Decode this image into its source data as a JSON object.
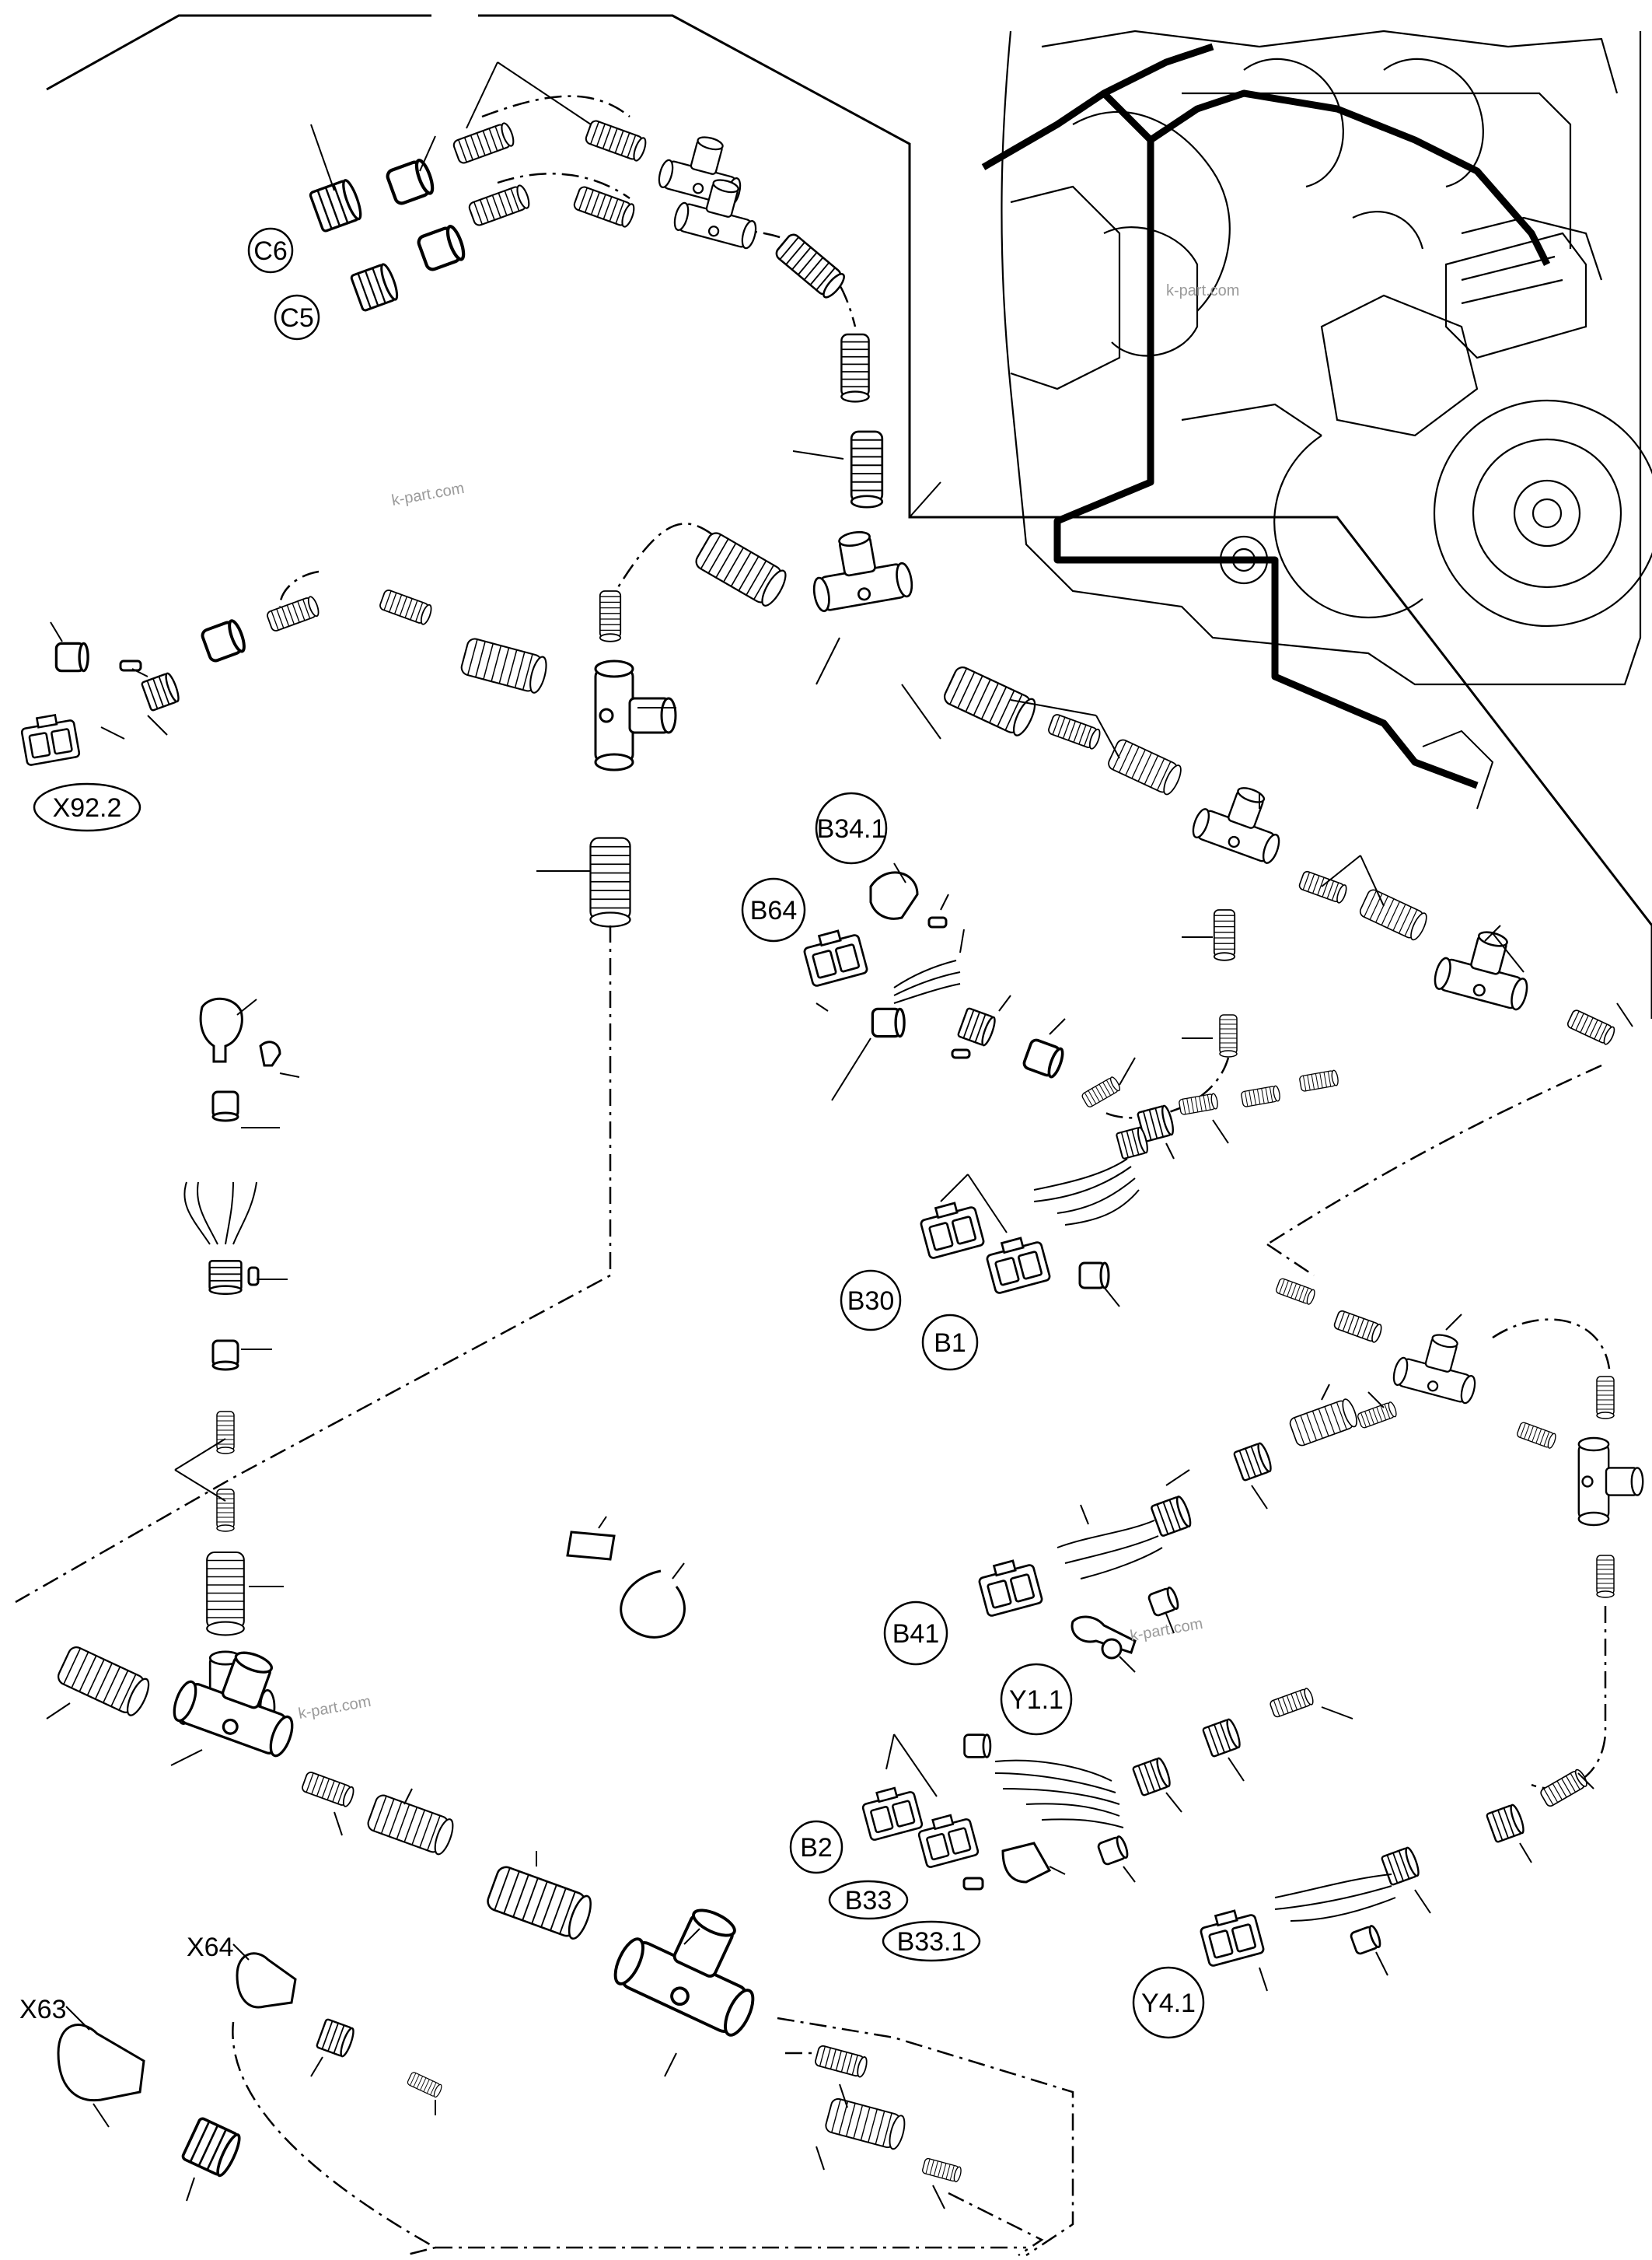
{
  "labels": {
    "c6": "C6",
    "c5": "C5",
    "x92_2": "X92.2",
    "b34_1": "B34.1",
    "b64": "B64",
    "b30": "B30",
    "b1": "B1",
    "b41": "B41",
    "y1_1": "Y1.1",
    "b2": "B2",
    "b33": "B33",
    "b33_1": "B33.1",
    "y4_1": "Y4.1",
    "x64": "X64",
    "x63": "X63"
  },
  "watermarks": {
    "w1": "k-part.com",
    "w2": "k-part.com",
    "w3": "k-part.com",
    "w4": "k-part.com"
  },
  "colors": {
    "ink": "#000000",
    "paper": "#ffffff",
    "watermark": "#9a9a9a"
  }
}
